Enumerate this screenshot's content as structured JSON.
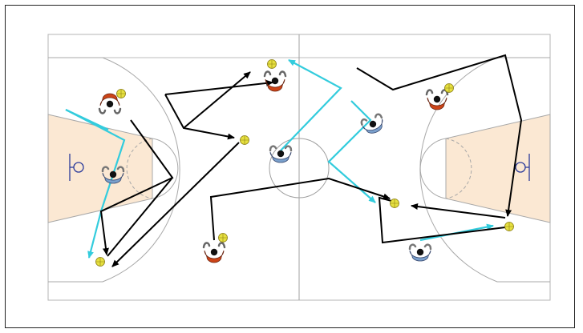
{
  "diagram": {
    "type": "basketball-play-diagram",
    "colors": {
      "court_line": "#a8a8a8",
      "court_border": "#b4b4b4",
      "paint": "#fbe8d3",
      "basket": "#2a3a9a",
      "player_red": "#cc4418",
      "player_blue": "#7aa0cc",
      "player_body": "#555555",
      "ball": "#e6e040",
      "pass_line": "#000000",
      "movement_line": "#33ccdd"
    },
    "players": [
      {
        "id": "red-top-left",
        "team": "red",
        "facing": "down"
      },
      {
        "id": "red-top-center",
        "team": "red",
        "facing": "up"
      },
      {
        "id": "red-bottom-center",
        "team": "red",
        "facing": "up"
      },
      {
        "id": "red-top-right",
        "team": "red",
        "facing": "up"
      },
      {
        "id": "blue-left",
        "team": "blue",
        "facing": "down"
      },
      {
        "id": "blue-center",
        "team": "blue",
        "facing": "down"
      },
      {
        "id": "blue-right-upper",
        "team": "blue",
        "facing": "down"
      },
      {
        "id": "blue-bottom-right",
        "team": "blue",
        "facing": "down"
      }
    ],
    "balls": [
      "ball-1",
      "ball-2",
      "ball-3",
      "ball-4",
      "ball-5",
      "ball-6",
      "ball-7",
      "ball-8",
      "ball-9",
      "ball-10"
    ],
    "pass_lines": [
      "pass-1",
      "pass-2",
      "pass-3",
      "pass-4",
      "pass-5",
      "pass-6",
      "pass-7",
      "pass-8",
      "pass-9"
    ],
    "movement_lines": [
      "cut-1",
      "cut-2",
      "cut-3",
      "cut-4",
      "cut-5"
    ]
  }
}
